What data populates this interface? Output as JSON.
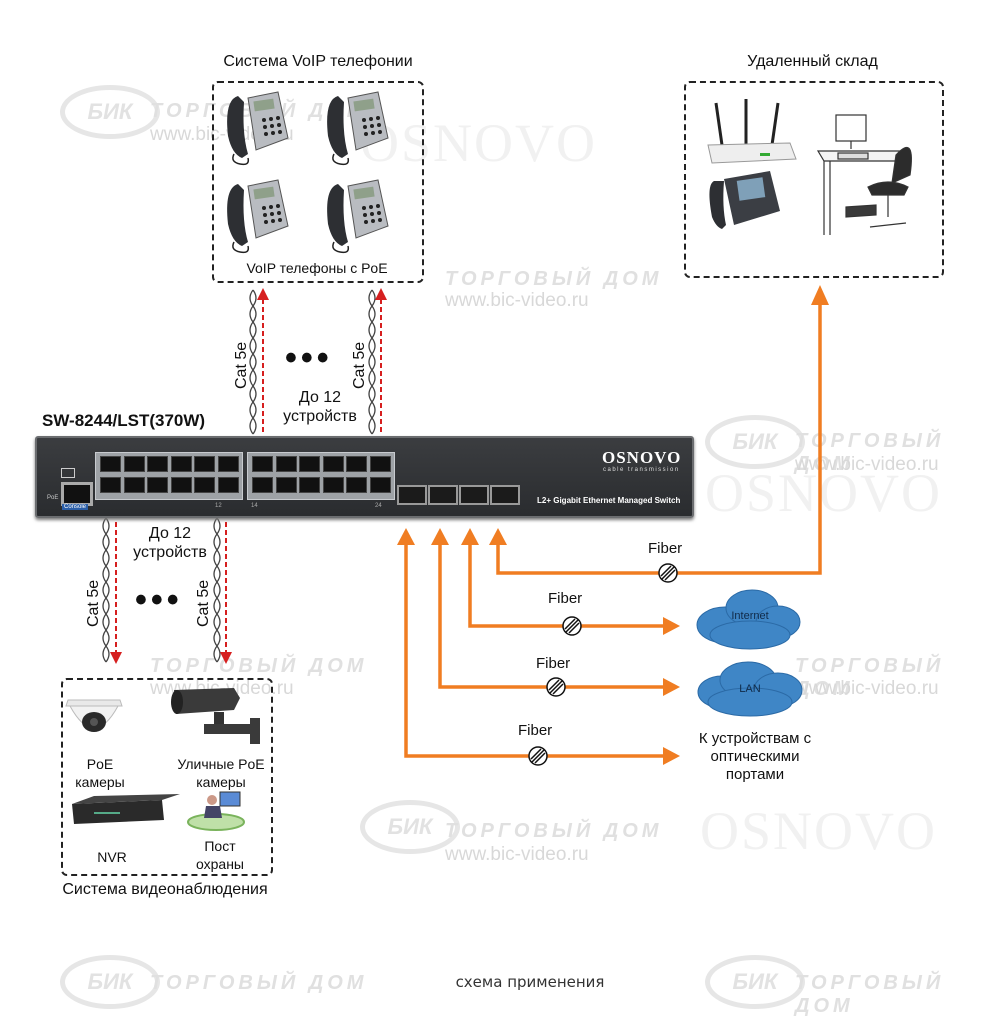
{
  "caption": "схема применения",
  "switch": {
    "model": "SW-8244/LST(370W)",
    "brand": "OSNOVO",
    "brand_sub": "cable transmission",
    "description": "L2+ Gigabit Ethernet Managed Switch",
    "console_label": "Console",
    "poe_label": "PoE",
    "port_numbers": [
      "12",
      "14",
      "24"
    ]
  },
  "voip": {
    "title": "Система VoIP телефонии",
    "box_label": "VoIP телефоны с PoE",
    "cable_label": "Cat 5e",
    "count_label_line1": "До 12",
    "count_label_line2": "устройств",
    "phones": [
      "voip-phone",
      "voip-phone",
      "voip-phone",
      "voip-phone"
    ]
  },
  "warehouse": {
    "title": "Удаленный склад",
    "items": [
      "wifi-router",
      "video-phone",
      "workstation"
    ]
  },
  "cctv": {
    "title": "Система видеонаблюдения",
    "cable_label": "Cat 5e",
    "count_label_line1": "До 12",
    "count_label_line2": "устройств",
    "items": [
      {
        "icon": "dome-camera",
        "label_line1": "PoE",
        "label_line2": "камеры"
      },
      {
        "icon": "bullet-camera",
        "label_line1": "Уличные PoE",
        "label_line2": "камеры"
      },
      {
        "icon": "nvr",
        "label_line1": "NVR",
        "label_line2": ""
      },
      {
        "icon": "security-post",
        "label_line1": "Пост",
        "label_line2": "охраны"
      }
    ]
  },
  "fiber_links": [
    {
      "label": "Fiber",
      "target": "Удаленный склад"
    },
    {
      "label": "Fiber",
      "target": "Internet"
    },
    {
      "label": "Fiber",
      "target": "LAN"
    },
    {
      "label": "Fiber",
      "target": "К устройствам с оптическими портами"
    }
  ],
  "clouds": {
    "internet": "Internet",
    "lan": "LAN"
  },
  "optical_devices": {
    "line1": "К устройствам с",
    "line2": "оптическими",
    "line3": "портами"
  },
  "colors": {
    "fiber": "#f07d22",
    "poe_arrow": "#d61f1f",
    "cloud": "#3f86c6"
  },
  "watermark": {
    "logo": "БИК",
    "company": "ТОРГОВЫЙ ДОМ",
    "url": "www.bic-video.ru",
    "brand": "OSNOVO"
  }
}
